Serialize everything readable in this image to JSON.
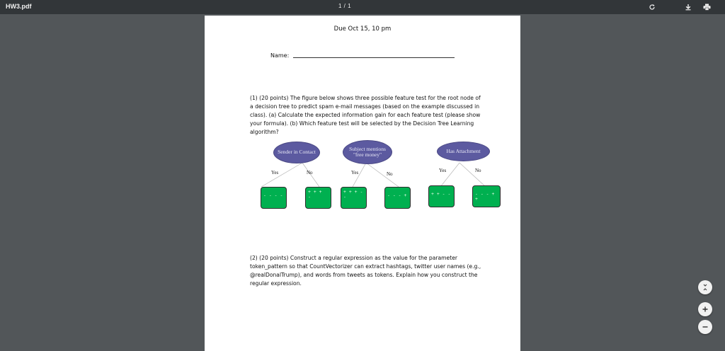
{
  "viewer": {
    "filename": "HW3.pdf",
    "page_indicator": "1 / 1",
    "icons": {
      "rotate": "rotate-icon",
      "download": "download-icon",
      "print": "print-icon",
      "fit": "fit-page-icon",
      "zoom_in": "zoom-in-icon",
      "zoom_out": "zoom-out-icon"
    }
  },
  "document": {
    "due": "Due Oct 15, 10 pm",
    "name_label": "Name:",
    "q1": "(1) (20 points) The figure below shows three possible feature test for the root node of a decision tree to predict spam e-mail messages (based on the example discussed in class).  (a) Calculate the expected information gain for each feature test (please show your formula).  (b) Which feature test will be selected by the Decision Tree Learning algorithm?",
    "q2": "(2) (20 points) Construct a regular expression as the value for the parameter token_pattern so that CountVectorizer can extract hashtags, twitter user names (e.g., @realDonalTrump), and words from tweets as tokens.  Explain how you construct the regular expression.",
    "tree": {
      "node_color": "#5c5aa0",
      "leaf_color": "#00b050",
      "nodes": [
        {
          "text": "Sender in Contact",
          "yes": "Yes",
          "no": "No",
          "yes_leaf": "- - - -",
          "no_leaf": "+ + +\n-"
        },
        {
          "text": "Subject mentions \"free money\"",
          "yes": "Yes",
          "no": "No",
          "yes_leaf": "+ + + -\n-",
          "no_leaf": "- - - +"
        },
        {
          "text": "Has Attachment",
          "yes": "Yes",
          "no": "No",
          "yes_leaf": "+ + - -",
          "no_leaf": "- - - + +"
        }
      ]
    }
  }
}
